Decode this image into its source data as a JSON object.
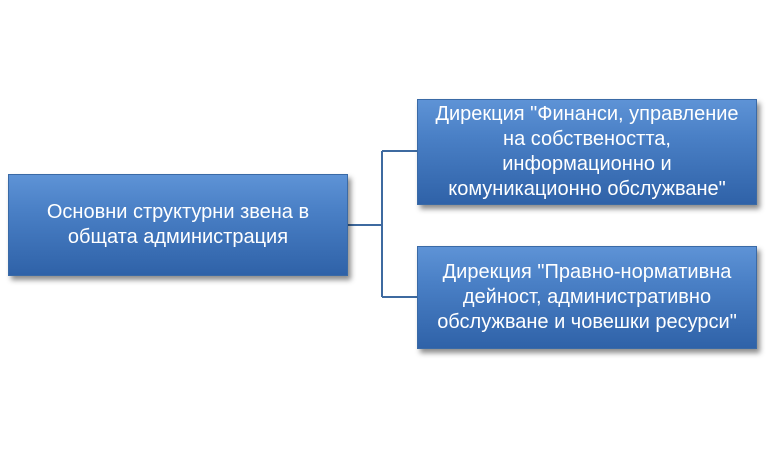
{
  "diagram": {
    "type": "hierarchy",
    "root": {
      "label": "Основни структурни звена в общата администрация"
    },
    "children": [
      {
        "label": "Дирекция \"Финанси, управление на собствеността, информационно и комуникационно обслужване\""
      },
      {
        "label": "Дирекция \"Правно-нормативна дейност, административно обслужване и човешки ресурси\""
      }
    ],
    "colors": {
      "box_fill_top": "#5e93d6",
      "box_fill_bottom": "#2f62a8",
      "box_text": "#ffffff",
      "connector": "#3e6aa0"
    }
  }
}
